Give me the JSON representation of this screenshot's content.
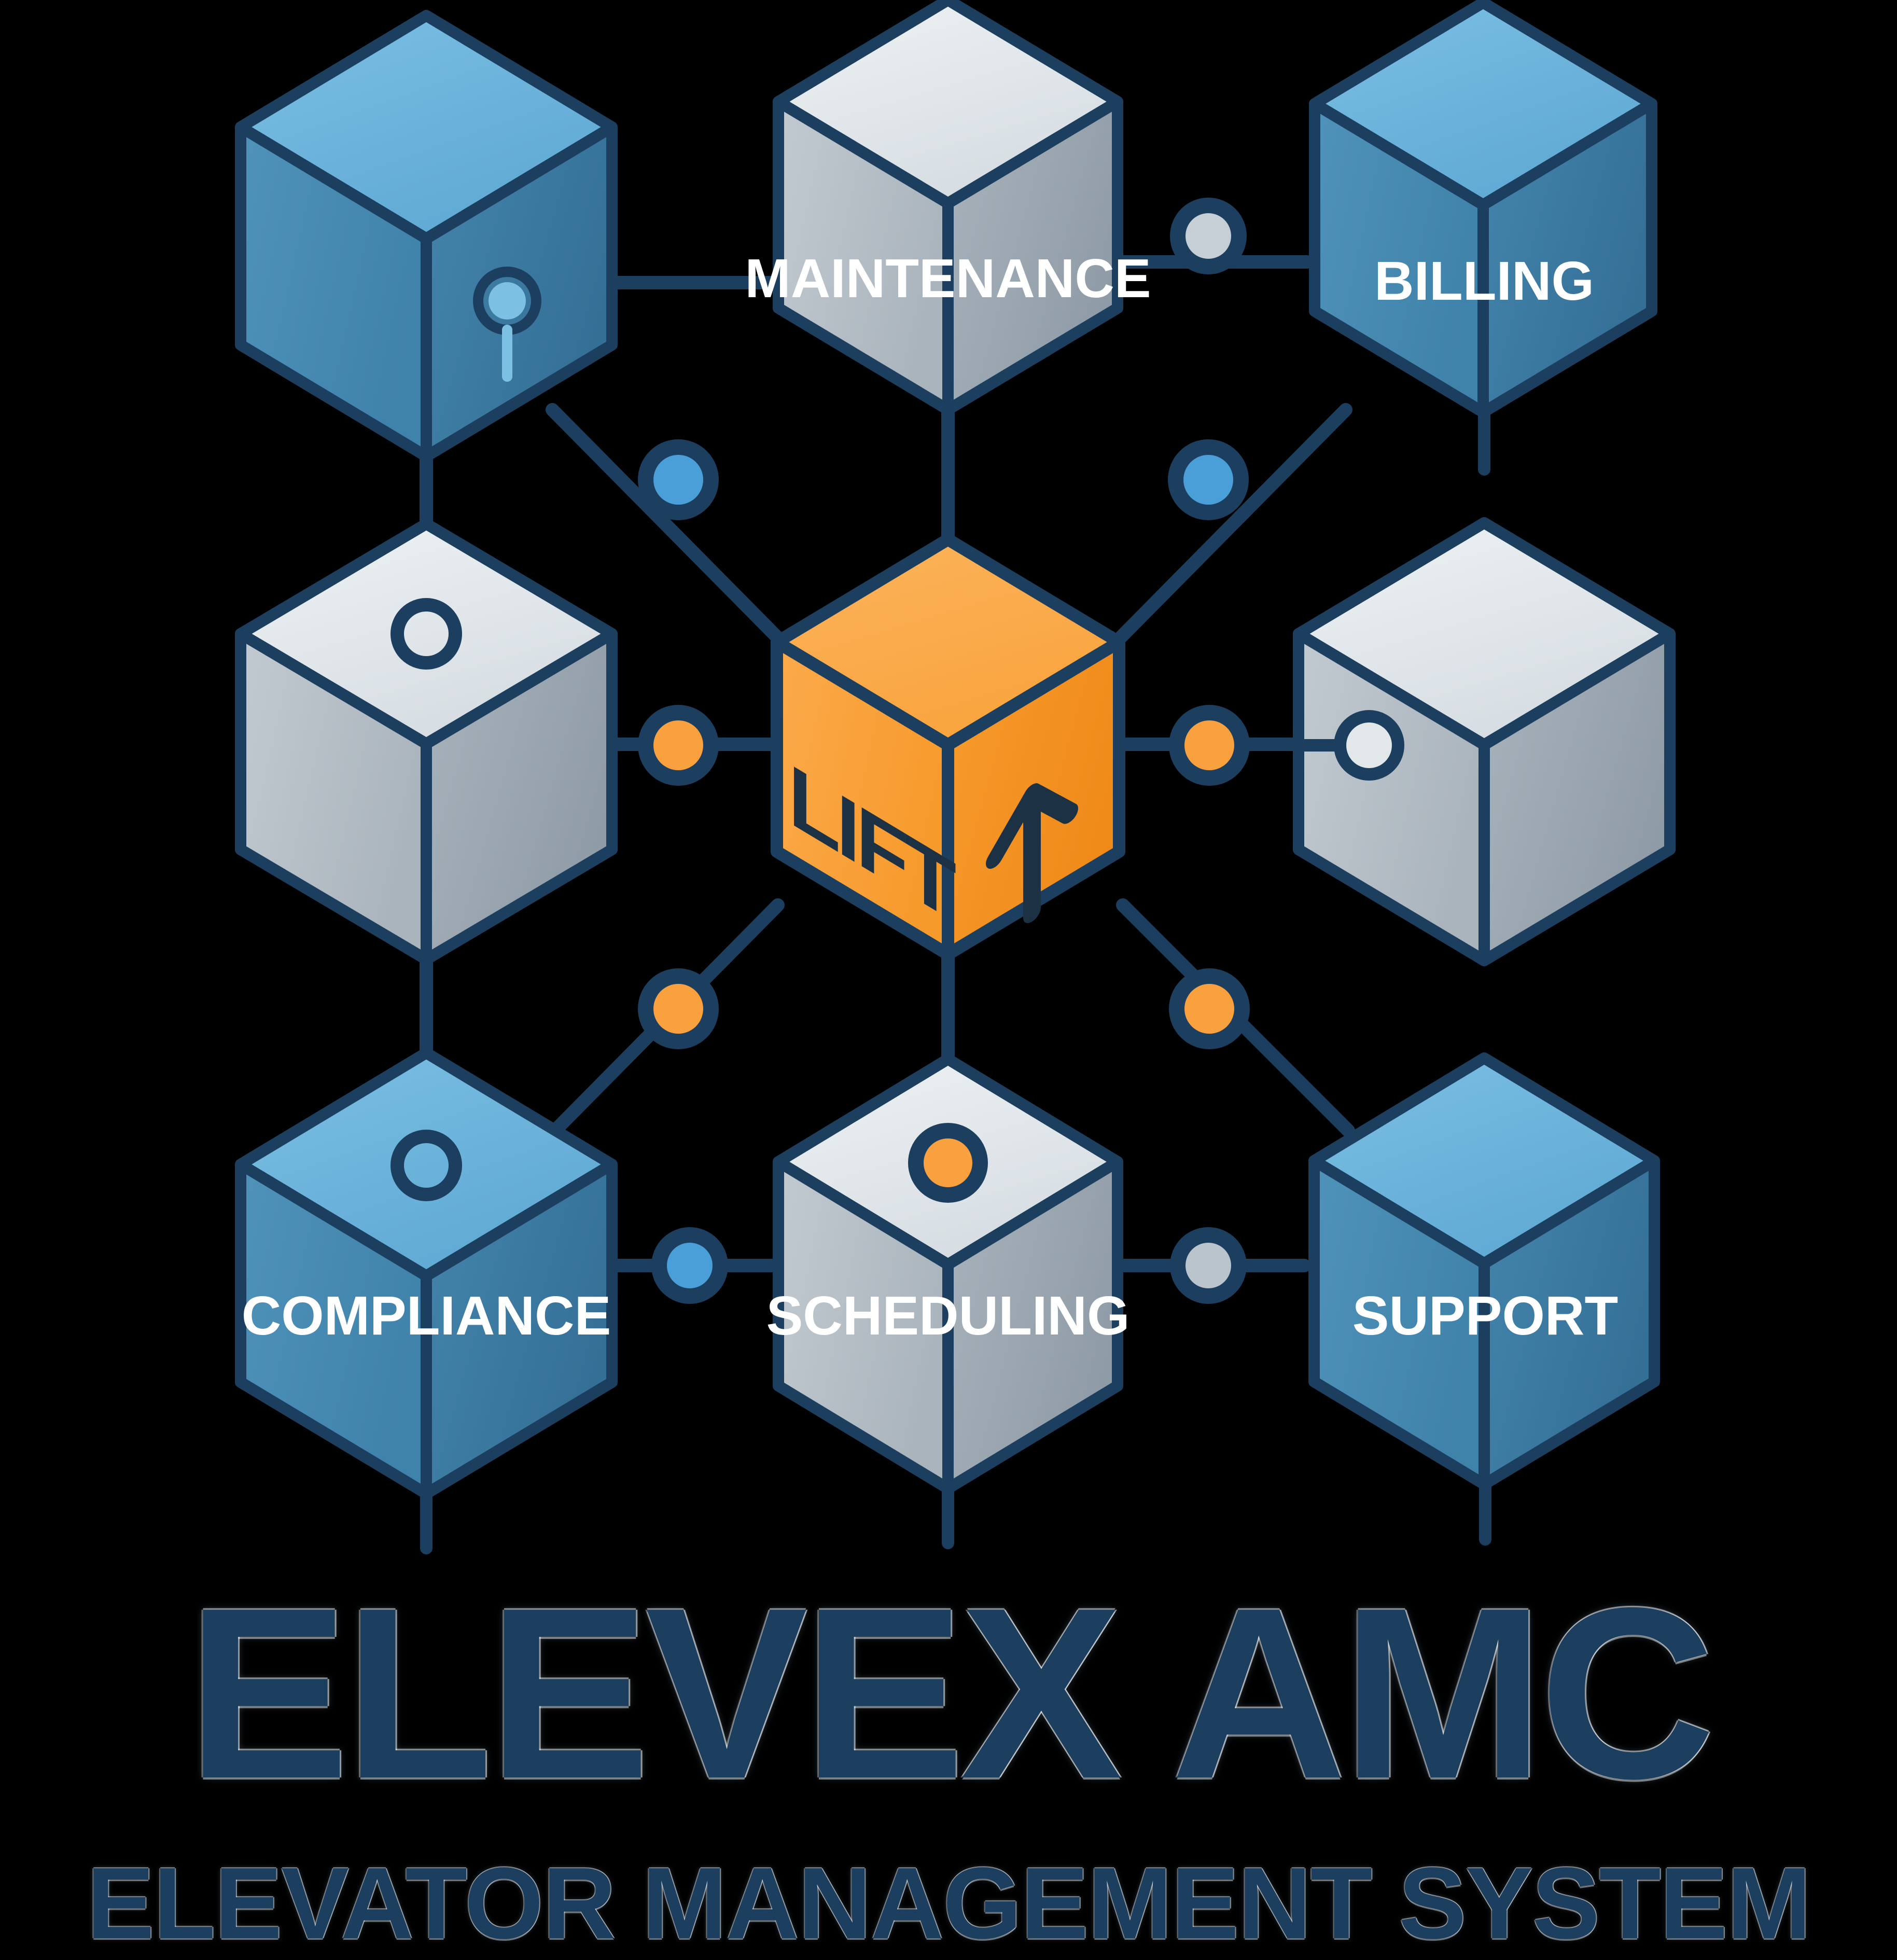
{
  "brand": {
    "title": "ELEVEX AMC",
    "subtitle": "ELEVATOR MANAGEMENT SYSTEM"
  },
  "colors": {
    "background": "#000000",
    "outline_navy": "#1d3f5f",
    "outline_navy_dark": "#15304a",
    "accent_orange": "#f9a03f",
    "accent_orange_light": "#fdb85c",
    "accent_orange_dark": "#ef8f22",
    "blue_top": "#6db5dd",
    "blue_left": "#4a8cb5",
    "blue_right": "#3d7ba3",
    "silver_top": "#e2e7ea",
    "silver_left": "#b4bcc3",
    "silver_right": "#9aa5af",
    "wordmark_navy": "#1d3f5f",
    "label_white": "#ffffff"
  },
  "center_node": {
    "id": "lift-core",
    "face_text": "LIFT",
    "side_icon": "up-arrow-icon",
    "color": "#f9a03f"
  },
  "modules": [
    {
      "id": "module-top-left",
      "label": "",
      "color": "blue",
      "marker": "keyhole-dot",
      "row": 0,
      "col": 0
    },
    {
      "id": "module-maintenance",
      "label": "MAINTENANCE",
      "color": "silver",
      "marker": "none",
      "row": 0,
      "col": 1
    },
    {
      "id": "module-billing",
      "label": "BILLING",
      "color": "blue",
      "marker": "none",
      "row": 0,
      "col": 2
    },
    {
      "id": "module-mid-left",
      "label": "",
      "color": "silver",
      "marker": "ring",
      "row": 1,
      "col": 0
    },
    {
      "id": "module-mid-right",
      "label": "",
      "color": "silver",
      "marker": "ring-side",
      "row": 1,
      "col": 2
    },
    {
      "id": "module-compliance",
      "label": "COMPLIANCE",
      "color": "blue",
      "marker": "ring",
      "row": 2,
      "col": 0
    },
    {
      "id": "module-scheduling",
      "label": "SCHEDULING",
      "color": "silver",
      "marker": "orange-dot",
      "row": 2,
      "col": 1
    },
    {
      "id": "module-support",
      "label": "SUPPORT",
      "color": "blue",
      "marker": "none",
      "row": 2,
      "col": 2
    }
  ],
  "connector_nodes": [
    {
      "id": "node-upper-left",
      "color": "#4a9fd8",
      "kind": "blue"
    },
    {
      "id": "node-upper-right",
      "color": "#4a9fd8",
      "kind": "blue"
    },
    {
      "id": "node-top-right",
      "color": "#b9c4cc",
      "kind": "silver"
    },
    {
      "id": "node-left-core",
      "color": "#f9a03f",
      "kind": "orange"
    },
    {
      "id": "node-right-core",
      "color": "#f9a03f",
      "kind": "orange"
    },
    {
      "id": "node-lower-left",
      "color": "#f9a03f",
      "kind": "orange"
    },
    {
      "id": "node-lower-right",
      "color": "#f9a03f",
      "kind": "orange"
    },
    {
      "id": "node-bottom-left",
      "color": "#4a9fd8",
      "kind": "blue"
    },
    {
      "id": "node-bottom-right",
      "color": "#b9c4cc",
      "kind": "silver"
    },
    {
      "id": "node-scheduling-top",
      "color": "#f9a03f",
      "kind": "orange"
    }
  ]
}
